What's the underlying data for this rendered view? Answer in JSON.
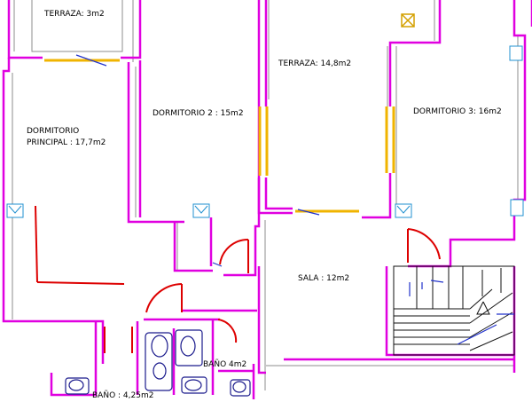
{
  "rooms": {
    "terraza_small": "TERRAZA: 3m2",
    "terraza_large": "TERRAZA: 14,8m2",
    "dormitorio_principal_line1": "DORMITORIO",
    "dormitorio_principal_line2": "PRINCIPAL : 17,7m2",
    "dormitorio_2": "DORMITORIO 2 : 15m2",
    "dormitorio_3": "DORMITORIO 3: 16m2",
    "sala": "SALA : 12m2",
    "bano_1": "BAÑO 4m2",
    "bano_2": "BAÑO : 4,25m2"
  },
  "colors": {
    "wall": "#e000e0",
    "wall_inner": "#8c8c8c",
    "window": "#f0b400",
    "door": "#dd0000",
    "fixture": "#1a1a8c",
    "stairs": "#111111"
  }
}
